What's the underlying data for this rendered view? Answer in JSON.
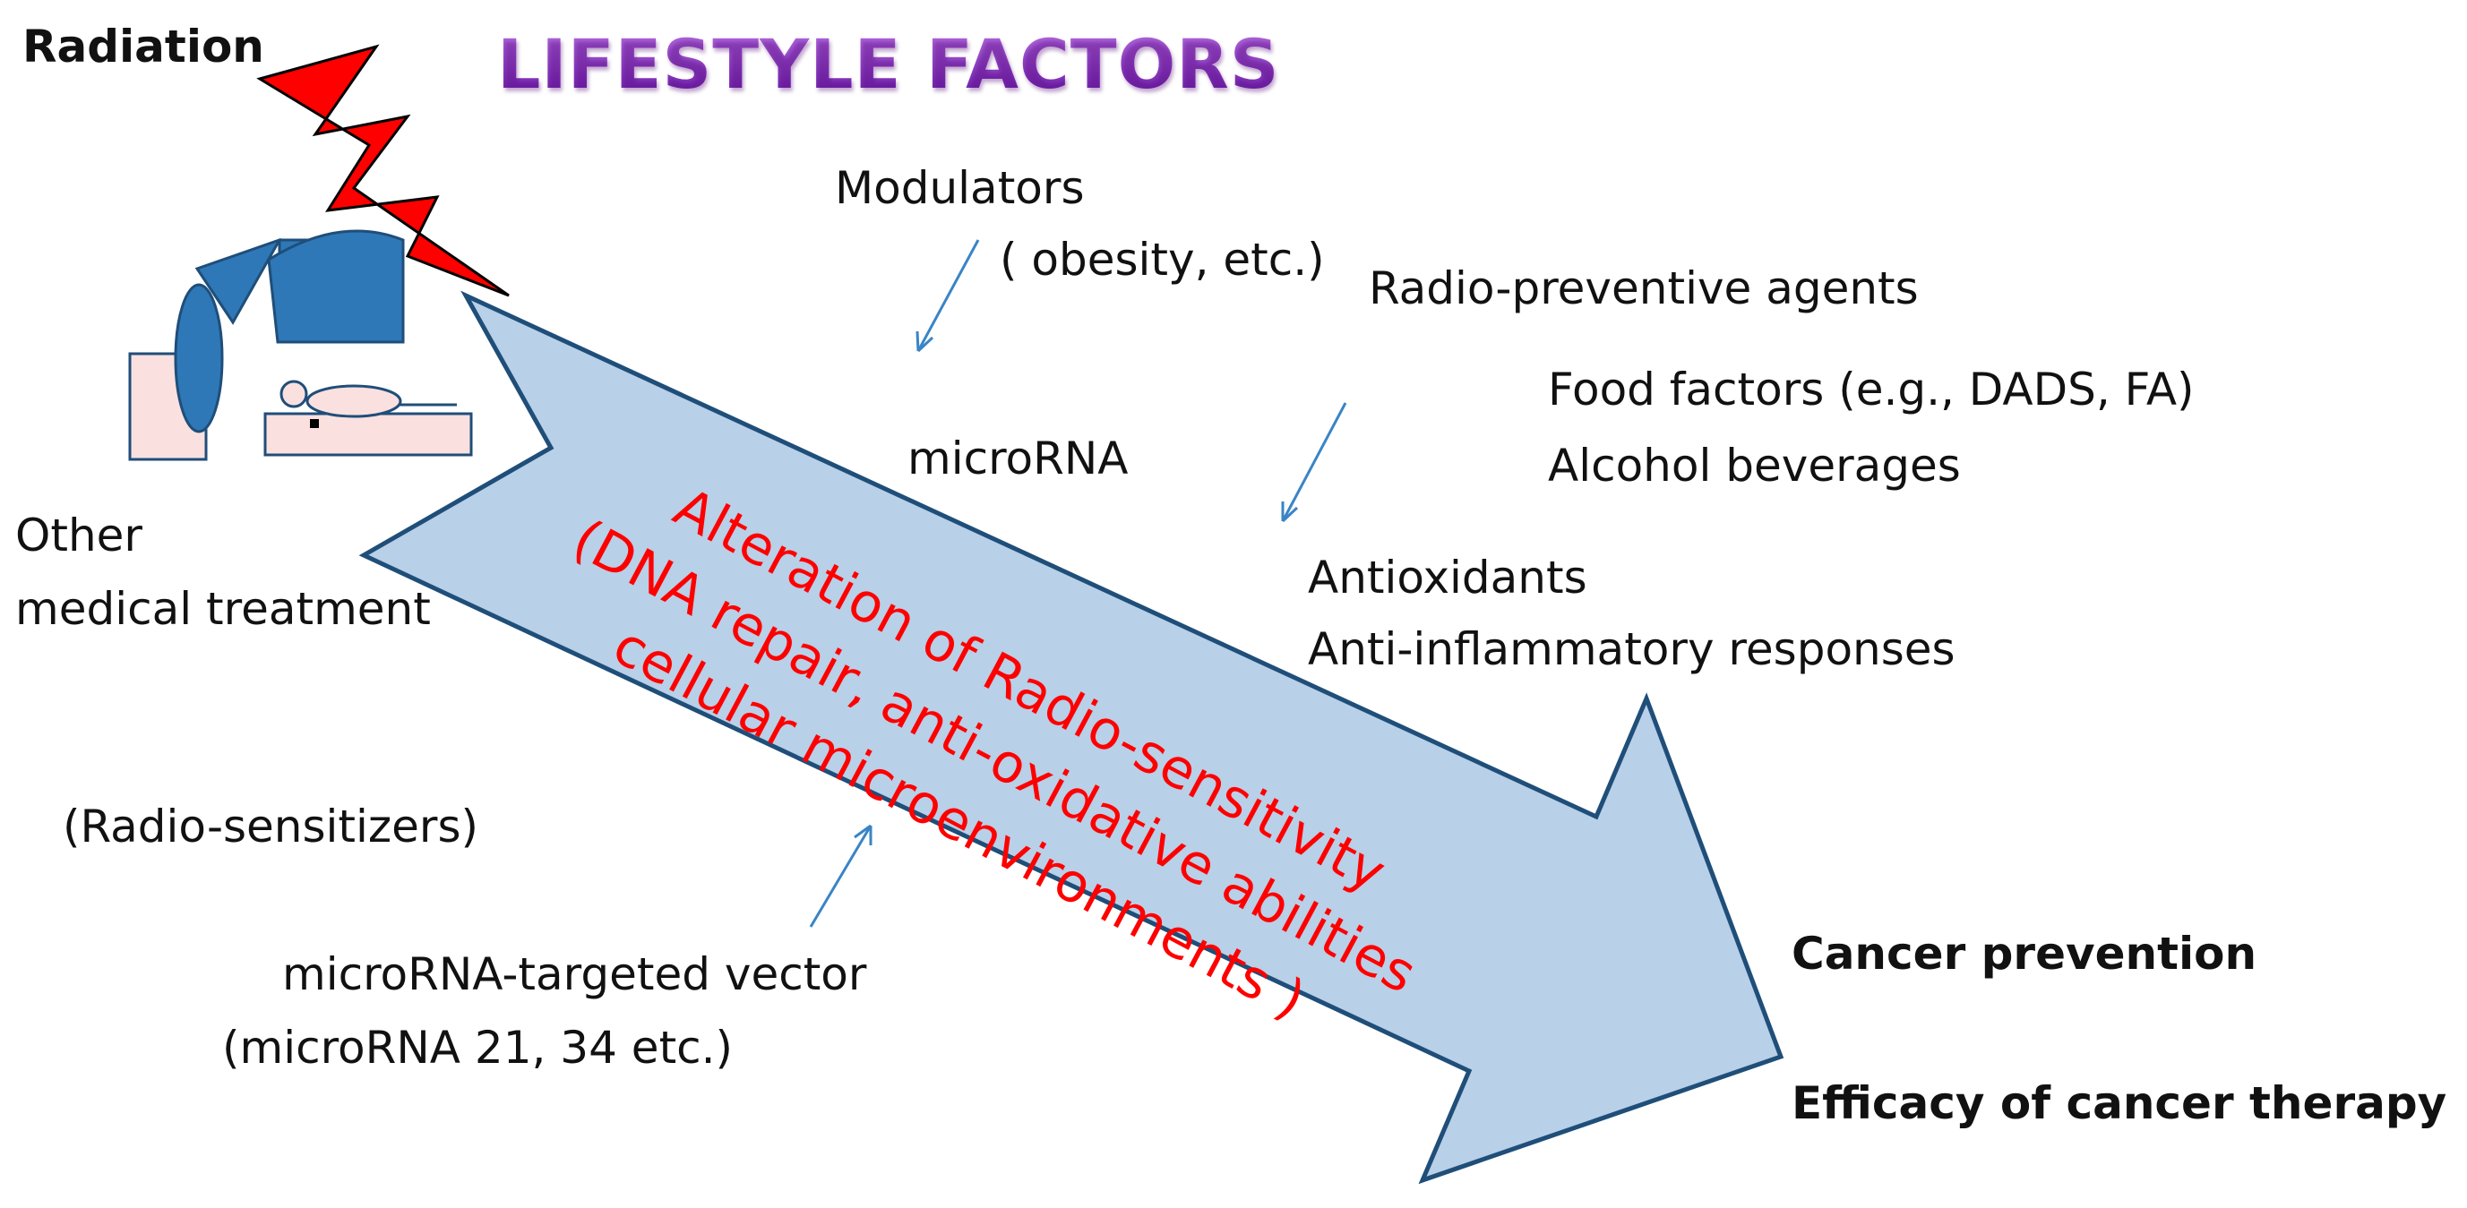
{
  "title": "LIFESTYLE FACTORS",
  "labels": {
    "radiation": "Radiation",
    "modulators": "Modulators",
    "obesity": "( obesity, etc.)",
    "radio_preventive": "Radio-preventive agents",
    "food_factors": "Food factors   (e.g., DADS,  FA)",
    "alcohol": "Alcohol beverages",
    "microrna": "microRNA",
    "other": "Other",
    "medical_treatment": "medical treatment",
    "antioxidants": "Antioxidants",
    "anti_inflammatory": "Anti-inflammatory responses",
    "radio_sensitizers": "(Radio-sensitizers)",
    "vector": "microRNA-targeted vector",
    "vector_examples": "(microRNA 21, 34 etc.)",
    "cancer_prevention": "Cancer prevention",
    "efficacy": "Efficacy of cancer therapy"
  },
  "central_text": {
    "line1": "Alteration of Radio-sensitivity",
    "line2": "(DNA repair, anti-oxidative abilities",
    "line3": "cellular microenvironments  )"
  },
  "colors": {
    "title_gradient_top": "#b76ee0",
    "title_gradient_bottom": "#6a1aa8",
    "arrow_fill": "#b8d0e8",
    "arrow_stroke": "#1f4e79",
    "lightning_fill": "#ff0000",
    "machine_blue": "#2e78b8",
    "machine_pink": "#fbe0e0",
    "central_text": "#ff0000",
    "small_arrow": "#3a84c6"
  },
  "icons": {
    "lightning": "lightning-bolt-icon",
    "machine": "radiation-therapy-machine-icon"
  }
}
